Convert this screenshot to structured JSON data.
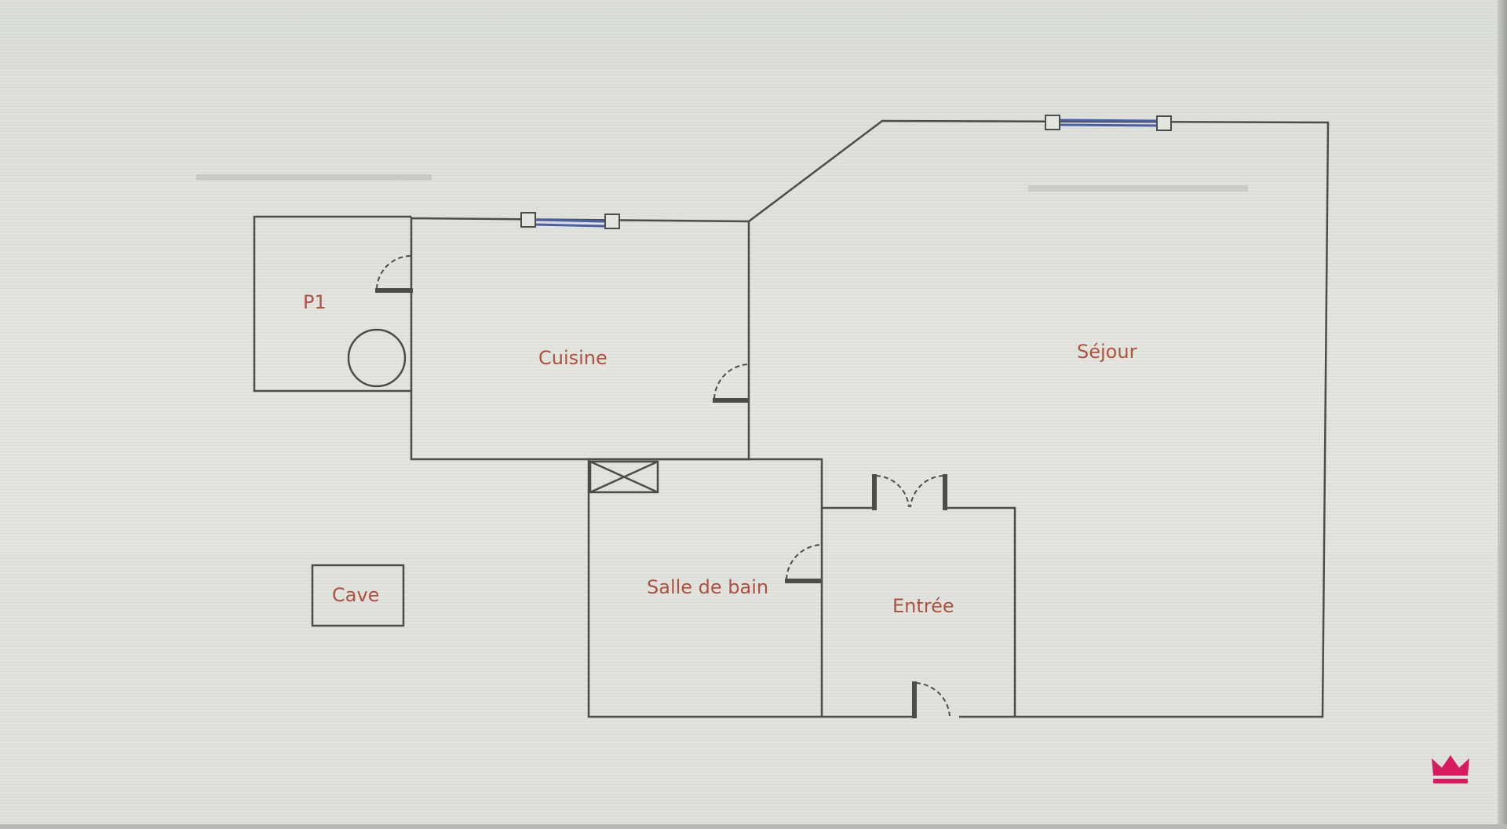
{
  "rooms": {
    "p1": "P1",
    "cuisine": "Cuisine",
    "sejour": "Séjour",
    "salle_de_bain": "Salle de bain",
    "entree": "Entrée",
    "cave": "Cave"
  },
  "colors": {
    "wall": "#4a4d4a",
    "label": "#b0503f",
    "window": "#4a5fa8",
    "crown": "#d81b60"
  },
  "icons": {
    "corner_logo": "crown-icon"
  }
}
